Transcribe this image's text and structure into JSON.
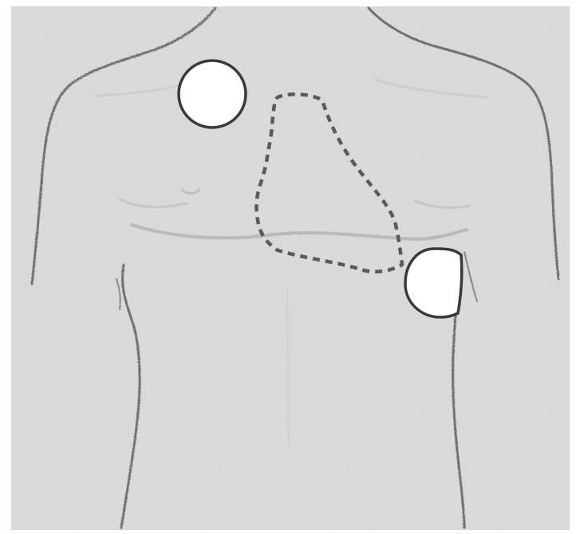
{
  "figure": {
    "subject": "torso-outline",
    "colors": {
      "page_border": "#ffffff",
      "background": "#dcdcdc",
      "skin_outline": "#6f6f6f",
      "skin_shading": "#b9b9b9",
      "pad_fill": "#ffffff",
      "pad_outline": "#3a3a3a",
      "heart_outline": "#5a5a5a"
    },
    "elements": {
      "right_upper_chest_pad": "electrode-pad",
      "left_lateral_pad": "electrode-pad",
      "heart_region": "dashed-outline"
    }
  }
}
